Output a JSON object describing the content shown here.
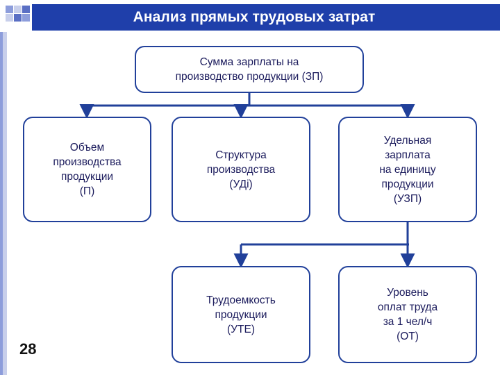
{
  "slide": {
    "title": "Анализ прямых трудовых затрат",
    "number": "28",
    "accent_color": "#21409a",
    "title_bar_color": "#1f3faa",
    "title_text_color": "#ffffff",
    "box_text_color": "#1b1b5c"
  },
  "diagram": {
    "type": "hierarchy",
    "nodes": [
      {
        "id": "top",
        "label": "Сумма зарплаты на\nпроизводство продукции (ЗП)",
        "level": 1
      },
      {
        "id": "volume",
        "label": "Объем\nпроизводства\nпродукции\n(П)",
        "level": 2
      },
      {
        "id": "structure",
        "label": "Структура\nпроизводства\n(УДi)",
        "level": 2
      },
      {
        "id": "unit-wage",
        "label": "Удельная\nзарплата\nна единицу\nпродукции\n(УЗП)",
        "level": 2
      },
      {
        "id": "labor-intensity",
        "label": "Трудоемкость\nпродукции\n(УТЕ)",
        "level": 3
      },
      {
        "id": "pay-level",
        "label": "Уровень\nоплат труда\nза 1 чел/ч\n(ОТ)",
        "level": 3
      }
    ],
    "edges": [
      {
        "from": "top",
        "to": "volume"
      },
      {
        "from": "top",
        "to": "structure"
      },
      {
        "from": "top",
        "to": "unit-wage"
      },
      {
        "from": "unit-wage",
        "to": "labor-intensity"
      },
      {
        "from": "unit-wage",
        "to": "pay-level"
      }
    ]
  }
}
